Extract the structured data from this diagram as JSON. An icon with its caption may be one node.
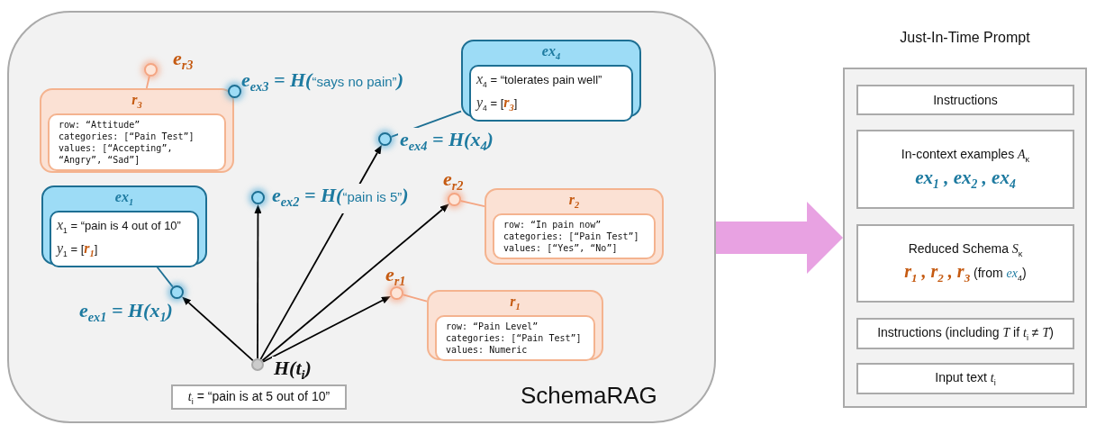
{
  "diagram": {
    "nodes": [
      {
        "text": [
          "SchemaRAG"
        ]
      },
      {
        "text": [
          "r$_{3}$",
          "row: “Attitude”",
          "categories: [“Pain Test”]",
          "values: [“Accepting”, “Angry”, “Sad”]"
        ],
        "in": 0
      },
      {
        "text": [],
        "shape": "circle",
        "beside": [
          "e$_{r3}$"
        ],
        "in": 0
      },
      {
        "text": [],
        "shape": "circle",
        "beside": [
          "**e$_{ex3}$ = H(**“says no pain”**)**"
        ],
        "in": 0
      },
      {
        "text": [
          "ex$_{4}$",
          "*x*$_{4}$ = “tolerates pain well”",
          "*y*$_{4}$ = [**r$_{3}$**]"
        ],
        "in": 0
      },
      {
        "text": [],
        "shape": "circle",
        "beside": [
          "e$_{ex4}$ = H(x$_{4}$)"
        ],
        "in": 0
      },
      {
        "text": [
          "ex$_{1}$",
          "*x*$_{1}$ = “pain is 4 out of 10”",
          "*y*$_{1}$ = [**r$_{1}$**]"
        ],
        "in": 0
      },
      {
        "text": [],
        "shape": "circle",
        "beside": [
          "**e$_{ex2}$ = H(**“pain is 5”**)**"
        ],
        "in": 0
      },
      {
        "text": [],
        "shape": "circle",
        "beside": [
          "e$_{r2}$"
        ],
        "in": 0
      },
      {
        "text": [
          "r$_{2}$",
          "row: “In pain now”",
          "categories: [“Pain Test”]",
          "values: [“Yes”, “No”]"
        ],
        "in": 0
      },
      {
        "text": [],
        "shape": "circle",
        "beside": [
          "e$_{r1}$"
        ],
        "in": 0
      },
      {
        "text": [
          "r$_{1}$",
          "row: “Pain Level”",
          "categories: [“Pain Test”]",
          "values: Numeric"
        ],
        "in": 0
      },
      {
        "text": [],
        "shape": "circle",
        "beside": [
          "e$_{ex1}$ = H(x$_{1}$)"
        ],
        "in": 0
      },
      {
        "text": [],
        "shape": "circle",
        "beside": [
          "H(t$_{i}$)"
        ],
        "in": 0
      },
      {
        "text": [
          "*t*$_{i}$ = “pain is at 5 out of 10”"
        ],
        "in": 0
      },
      {
        "text": [
          "Just-In-Time Prompt"
        ]
      },
      {
        "text": [
          "Instructions"
        ],
        "in": 15
      },
      {
        "text": [
          "In-context examples *A*$_{κ}$",
          "ex$_{1}$ , ex$_{2}$ , ex$_{4}$"
        ],
        "in": 15
      },
      {
        "text": [
          "Reduced Schema *S*$_{κ}$",
          "**r$_{1}$ , r$_{2}$ , r$_{3}$** (from *ex*$_{4}$)"
        ],
        "in": 15
      },
      {
        "text": [
          "Instructions (including *T* if *t*$_{i}$ ≠ *T*)"
        ],
        "in": 15
      },
      {
        "text": [
          "Input text *t*$_{i}$"
        ],
        "in": 15
      }
    ],
    "edges": [
      {
        "from": 13,
        "to": 12,
        "arrow": "to"
      },
      {
        "from": 13,
        "to": 7,
        "arrow": "to"
      },
      {
        "from": 13,
        "to": 5,
        "arrow": "to"
      },
      {
        "from": 13,
        "to": 8,
        "arrow": "to"
      },
      {
        "from": 13,
        "to": 10,
        "arrow": "to"
      },
      {
        "from": 6,
        "to": 12,
        "arrow": "none",
        "color": "#1d6f93"
      },
      {
        "from": 4,
        "to": 5,
        "arrow": "none",
        "color": "#1d6f93"
      },
      {
        "from": 1,
        "to": 2,
        "arrow": "none",
        "color": "#f4a582"
      },
      {
        "from": 9,
        "to": 8,
        "arrow": "none",
        "color": "#f4a582"
      },
      {
        "from": 11,
        "to": 10,
        "arrow": "none",
        "color": "#f4a582"
      },
      {
        "from": 0,
        "to": 15,
        "arrow": "to",
        "style": "thick",
        "color": "#e8a2e2"
      }
    ]
  }
}
